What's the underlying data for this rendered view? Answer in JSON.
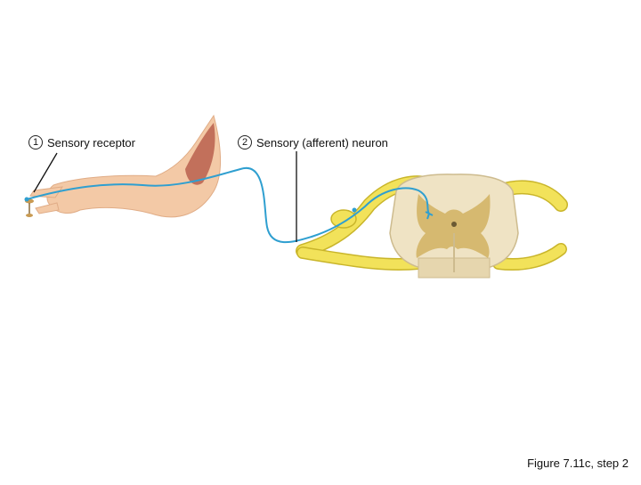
{
  "labels": [
    {
      "number": "1",
      "text": "Sensory receptor"
    },
    {
      "number": "2",
      "text": "Sensory (afferent) neuron"
    }
  ],
  "caption": "Figure 7.11c, step 2",
  "colors": {
    "neuron": "#2f9fd0",
    "nerve": "#f2e25a",
    "nerve_outline": "#c9b52a",
    "gray_matter": "#d6b970",
    "white_matter": "#efe3c4",
    "skin": "#f3c9a6",
    "muscle": "#b8604e"
  },
  "icons": [
    "hand-arm-illustration",
    "spinal-cord-cross-section"
  ]
}
